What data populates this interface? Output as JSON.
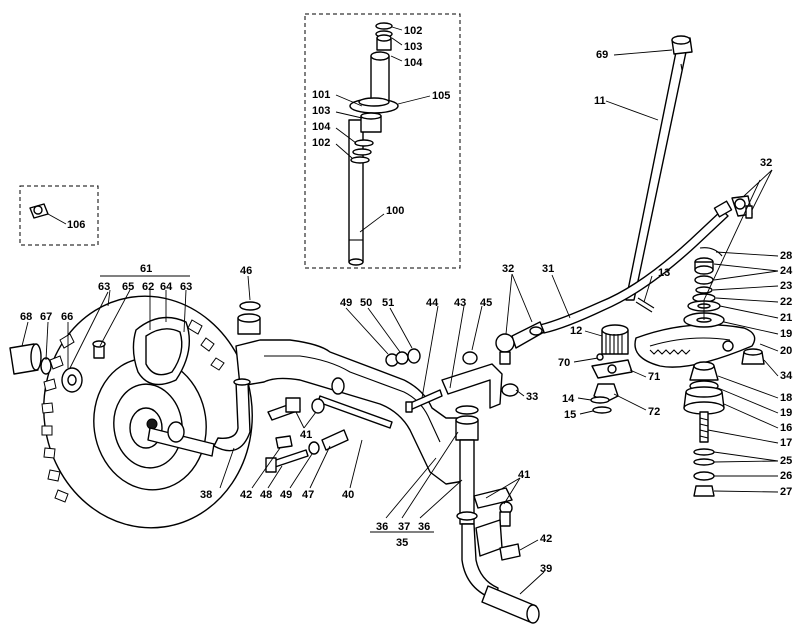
{
  "labels": {
    "l100": "100",
    "l101": "101",
    "l102a": "102",
    "l102b": "102",
    "l103a": "103",
    "l103b": "103",
    "l104a": "104",
    "l104b": "104",
    "l105": "105",
    "l106": "106",
    "l69": "69",
    "l11": "11",
    "l32a": "32",
    "l32b": "32",
    "l28": "28",
    "l24a": "24",
    "l24b": "24",
    "l23": "23",
    "l22": "22",
    "l21": "21",
    "l19a": "19",
    "l19b": "19",
    "l20": "20",
    "l34": "34",
    "l18": "18",
    "l16": "16",
    "l17": "17",
    "l25": "25",
    "l26": "26",
    "l27": "27",
    "l13": "13",
    "l12": "12",
    "l70": "70",
    "l71": "71",
    "l72": "72",
    "l14": "14",
    "l15": "15",
    "l31": "31",
    "l33": "33",
    "l45": "45",
    "l43": "43",
    "l44": "44",
    "l51": "51",
    "l50": "50",
    "l49a": "49",
    "l49b": "49",
    "l46": "46",
    "l61": "61",
    "l63a": "63",
    "l63b": "63",
    "l65": "65",
    "l62": "62",
    "l64": "64",
    "l68": "68",
    "l67": "67",
    "l66": "66",
    "l41a": "41",
    "l41b": "41",
    "l38": "38",
    "l42a": "42",
    "l42b": "42",
    "l48": "48",
    "l47": "47",
    "l40": "40",
    "l36a": "36",
    "l36b": "36",
    "l37": "37",
    "l35": "35",
    "l39": "39"
  }
}
